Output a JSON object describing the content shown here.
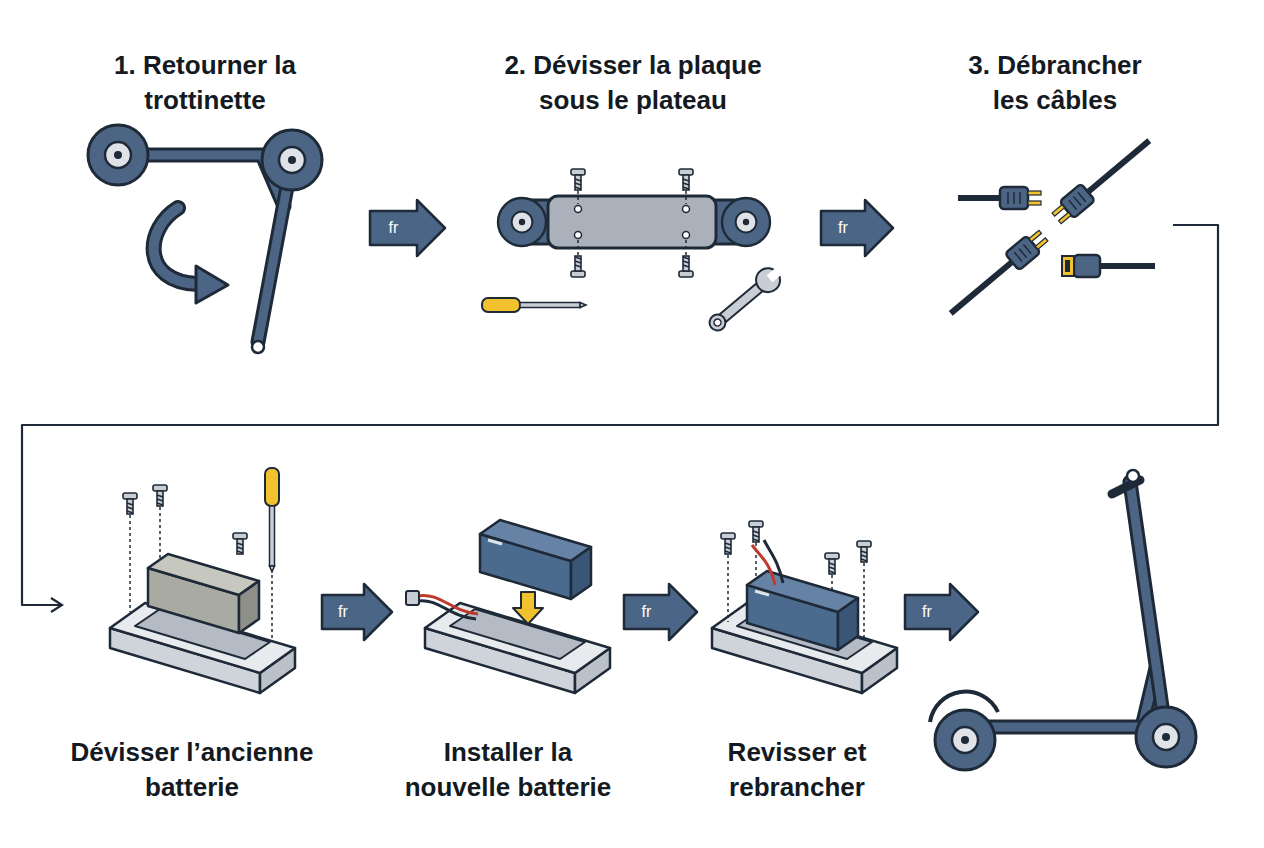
{
  "diagram": {
    "nodes": [
      {
        "text": [
          "1. Retourner la trottinette"
        ]
      },
      {
        "text": [
          "2. Dévisser la plaque sous le plateau"
        ]
      },
      {
        "text": [
          "3. Débrancher les câbles"
        ]
      },
      {
        "text": [
          "Dévisser l’ancienne batterie"
        ]
      },
      {
        "text": [
          "Installer la nouvelle batterie"
        ]
      },
      {
        "text": [
          "Revisser et rebrancher"
        ]
      }
    ],
    "edges": [
      {
        "from": 0,
        "to": 1,
        "label": "fr",
        "arrow": "to"
      },
      {
        "from": 1,
        "to": 2,
        "label": "fr",
        "arrow": "to"
      },
      {
        "from": 2,
        "to": 3,
        "arrow": "to"
      },
      {
        "from": 3,
        "to": 4,
        "label": "fr",
        "arrow": "to"
      },
      {
        "from": 4,
        "to": 5,
        "label": "fr",
        "arrow": "to"
      }
    ],
    "labels": [
      "fr"
    ]
  }
}
